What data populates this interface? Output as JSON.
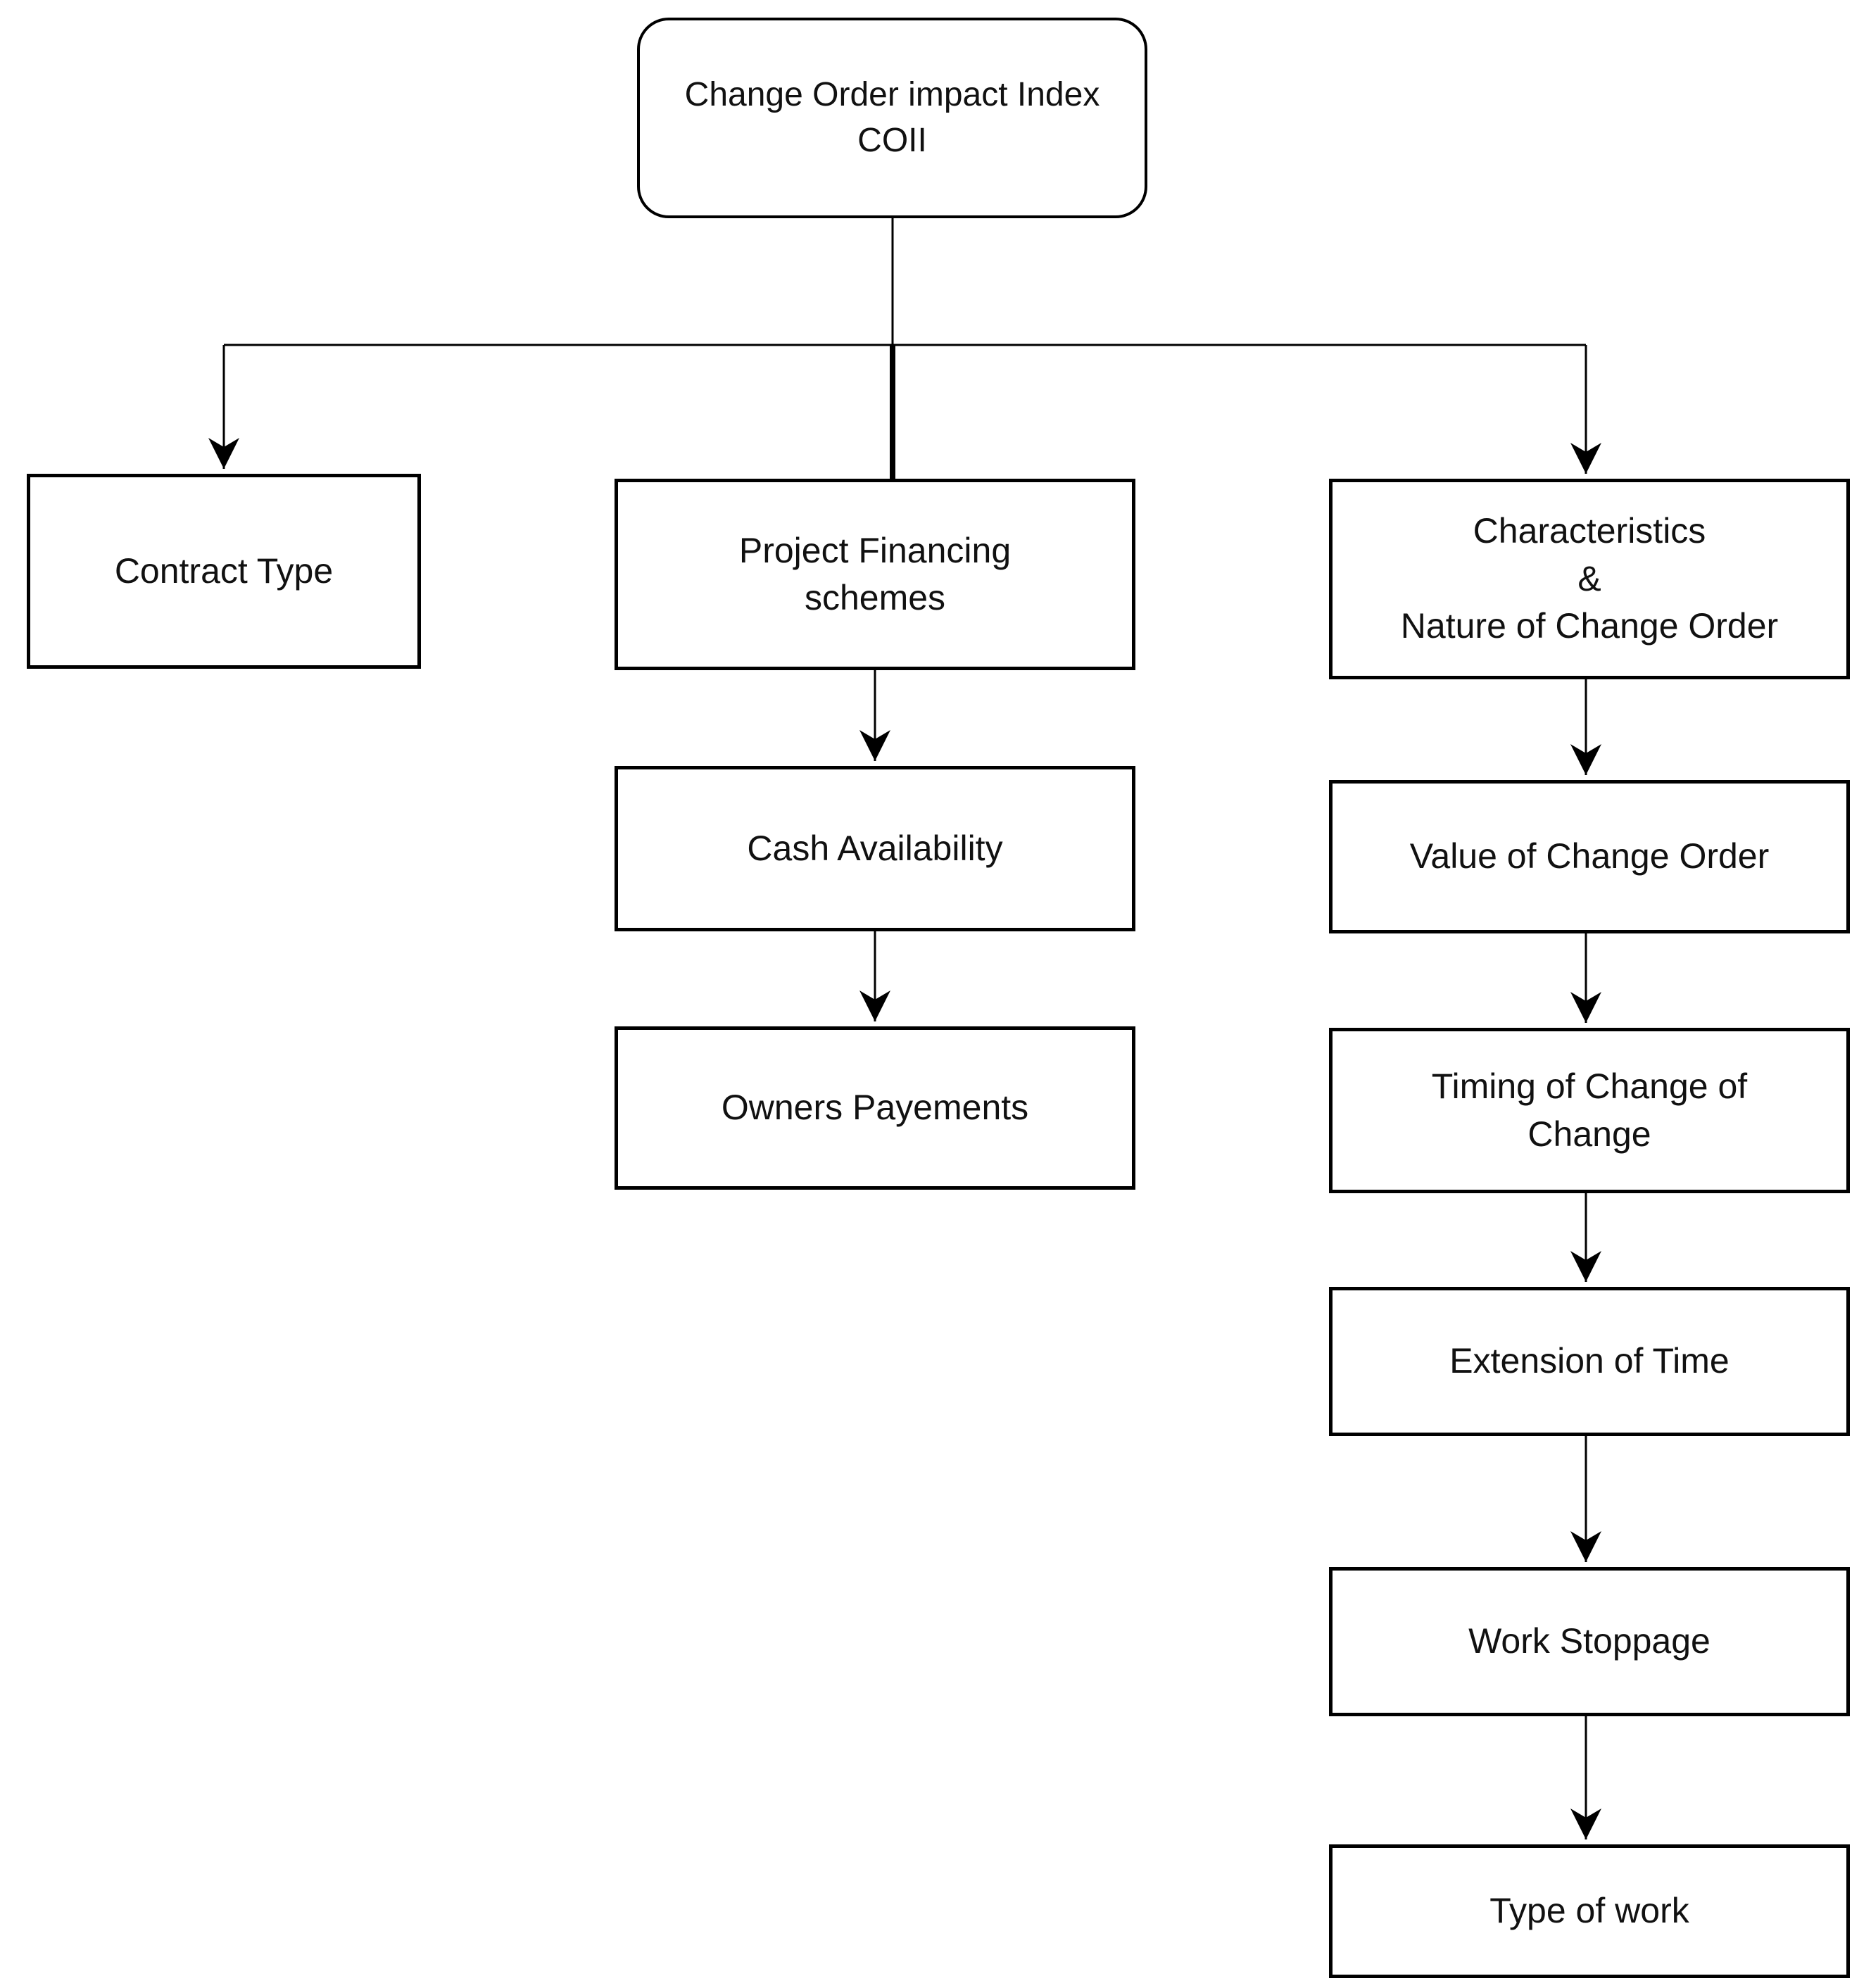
{
  "diagram": {
    "title": "Change Order impact Index flowchart",
    "colors": {
      "line": "#000000",
      "node_border": "#000000",
      "node_background": "#ffffff",
      "text": "#111111",
      "canvas_background": "#ffffff"
    },
    "nodes": {
      "root": "Change Order impact Index\nCOII",
      "contract_type": "Contract Type",
      "project_financing": "Project Financing\nschemes",
      "cash_availability": "Cash Availability",
      "owners_payements": "Owners Payements",
      "characteristics": "Characteristics\n&\nNature of Change Order",
      "value_of_change_order": "Value of Change Order",
      "timing_of_change": "Timing of Change of\nChange",
      "extension_of_time": "Extension of Time",
      "work_stoppage": "Work Stoppage",
      "type_of_work": "Type of work"
    },
    "edges": [
      {
        "from": "root",
        "to": "contract_type"
      },
      {
        "from": "root",
        "to": "project_financing"
      },
      {
        "from": "root",
        "to": "characteristics"
      },
      {
        "from": "project_financing",
        "to": "cash_availability"
      },
      {
        "from": "cash_availability",
        "to": "owners_payements"
      },
      {
        "from": "characteristics",
        "to": "value_of_change_order"
      },
      {
        "from": "value_of_change_order",
        "to": "timing_of_change"
      },
      {
        "from": "timing_of_change",
        "to": "extension_of_time"
      },
      {
        "from": "extension_of_time",
        "to": "work_stoppage"
      },
      {
        "from": "work_stoppage",
        "to": "type_of_work"
      }
    ]
  }
}
